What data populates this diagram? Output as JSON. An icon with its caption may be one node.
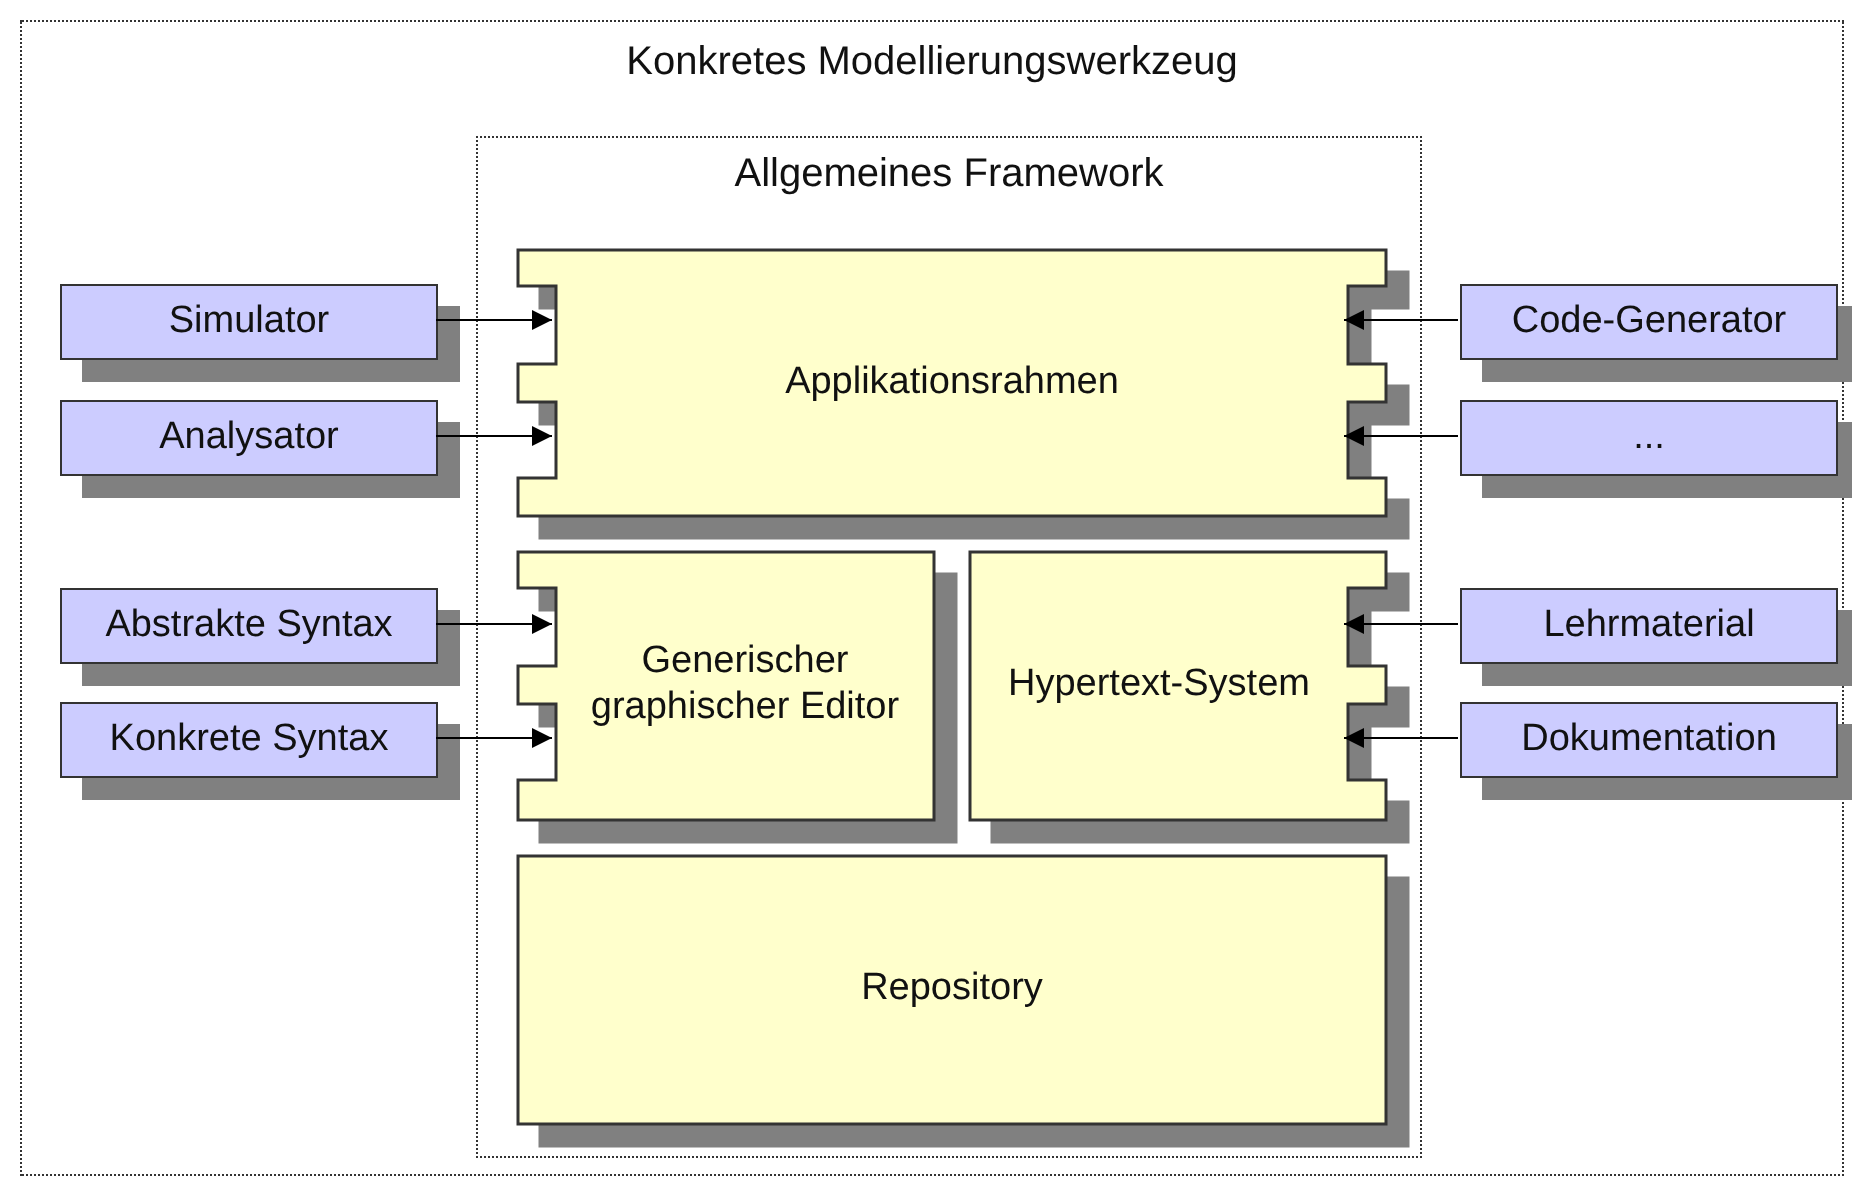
{
  "diagram": {
    "nodes": [
      {
        "text": [
          "Konkretes Modellierungswerkzeug"
        ]
      },
      {
        "text": [
          "Allgemeines Framework"
        ],
        "in": 0
      },
      {
        "text": [
          "Applikationsrahmen"
        ],
        "in": 1
      },
      {
        "text": [
          "Generischer graphischer Editor"
        ],
        "in": 1
      },
      {
        "text": [
          "Hypertext-System"
        ],
        "in": 1
      },
      {
        "text": [
          "Repository"
        ],
        "in": 1
      },
      {
        "text": [
          "Simulator"
        ],
        "in": 0
      },
      {
        "text": [
          "Analysator"
        ],
        "in": 0
      },
      {
        "text": [
          "Abstrakte Syntax"
        ],
        "in": 0
      },
      {
        "text": [
          "Konkrete Syntax"
        ],
        "in": 0
      },
      {
        "text": [
          "Code-Generator"
        ],
        "in": 0
      },
      {
        "text": [
          "..."
        ],
        "in": 0
      },
      {
        "text": [
          "Lehrmaterial"
        ],
        "in": 0
      },
      {
        "text": [
          "Dokumentation"
        ],
        "in": 0
      }
    ],
    "edges": [
      {
        "from": 6,
        "to": 2,
        "arrow": "to"
      },
      {
        "from": 7,
        "to": 2,
        "arrow": "to"
      },
      {
        "from": 8,
        "to": 3,
        "arrow": "to"
      },
      {
        "from": 9,
        "to": 3,
        "arrow": "to"
      },
      {
        "from": 10,
        "to": 2,
        "arrow": "to"
      },
      {
        "from": 11,
        "to": 2,
        "arrow": "to"
      },
      {
        "from": 12,
        "to": 4,
        "arrow": "to"
      },
      {
        "from": 13,
        "to": 4,
        "arrow": "to"
      }
    ]
  }
}
